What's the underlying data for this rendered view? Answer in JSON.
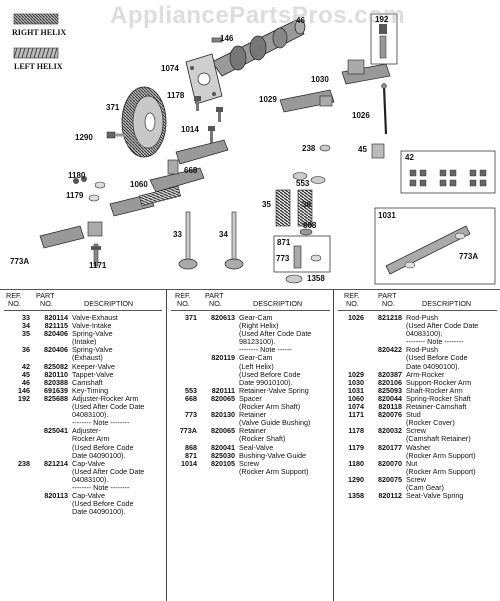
{
  "watermark": "AppliancePartsPros.com",
  "helix": {
    "right": "RIGHT HELIX",
    "left": "LEFT HELIX"
  },
  "callouts": [
    "146",
    "1074",
    "1178",
    "371",
    "1290",
    "1014",
    "1180",
    "1060",
    "1179",
    "668",
    "773A",
    "1171",
    "33",
    "34",
    "871",
    "773",
    "1358",
    "238",
    "35",
    "36",
    "553",
    "868",
    "1029",
    "1030",
    "1026",
    "45",
    "192",
    "42",
    "1031",
    "773A",
    "46"
  ],
  "table": {
    "headers": {
      "ref": "REF. NO.",
      "ref_top": "REF.",
      "ref_bot": "NO.",
      "part_top": "PART",
      "part_bot": "NO.",
      "desc": "DESCRIPTION"
    },
    "columns": [
      [
        {
          "ref": "33",
          "part": "820114",
          "desc": [
            "Valve-Exhaust"
          ]
        },
        {
          "ref": "34",
          "part": "821115",
          "desc": [
            "Valve-Intake"
          ]
        },
        {
          "ref": "35",
          "part": "820406",
          "desc": [
            "Spring-Valve",
            "(Intake)"
          ]
        },
        {
          "ref": "36",
          "part": "820406",
          "desc": [
            "Spring-Valve",
            "(Exhaust)"
          ]
        },
        {
          "ref": "42",
          "part": "825082",
          "desc": [
            "Keeper-Valve"
          ]
        },
        {
          "ref": "45",
          "part": "820110",
          "desc": [
            "Tappet-Valve"
          ]
        },
        {
          "ref": "46",
          "part": "820388",
          "desc": [
            "Camshaft"
          ]
        },
        {
          "ref": "146",
          "part": "691639",
          "desc": [
            "Key-Timing"
          ]
        },
        {
          "ref": "192",
          "part": "825688",
          "desc": [
            "Adjuster-Rocker Arm",
            "(Used After Code Date",
            "04083100)."
          ]
        },
        {
          "ref": "",
          "part": "",
          "desc": [
            "-------- Note --------"
          ]
        },
        {
          "ref": "",
          "part": "825041",
          "desc": [
            "Adjuster-",
            "Rocker Arm",
            "(Used Before Code",
            "Date 04090100)."
          ]
        },
        {
          "ref": "238",
          "part": "821214",
          "desc": [
            "Cap-Valve",
            "(Used After Code Date",
            "04083100)."
          ]
        },
        {
          "ref": "",
          "part": "",
          "desc": [
            "-------- Note --------"
          ]
        },
        {
          "ref": "",
          "part": "820113",
          "desc": [
            "Cap-Valve",
            "(Used Before Code",
            "Date 04090100)."
          ]
        }
      ],
      [
        {
          "ref": "371",
          "part": "820613",
          "desc": [
            "Gear-Cam",
            "(Right Helix)",
            "(Used After Code Date",
            "98123100)."
          ]
        },
        {
          "ref": "",
          "part": "",
          "desc": [
            "-------- Note ------"
          ]
        },
        {
          "ref": "",
          "part": "820119",
          "desc": [
            "Gear-Cam",
            "(Left Helix)",
            "(Used Before Code",
            "Date 99010100)."
          ]
        },
        {
          "ref": "553",
          "part": "820111",
          "desc": [
            "Retainer-Valve Spring"
          ]
        },
        {
          "ref": "668",
          "part": "820065",
          "desc": [
            "Spacer",
            "(Rocker Arm Shaft)"
          ]
        },
        {
          "ref": "773",
          "part": "820130",
          "desc": [
            "Retainer",
            "(Valve Guide Bushing)"
          ]
        },
        {
          "ref": "773A",
          "part": "820065",
          "desc": [
            "Retainer",
            "(Rocker Shaft)"
          ]
        },
        {
          "ref": "868",
          "part": "820041",
          "desc": [
            "Seal-Valve"
          ]
        },
        {
          "ref": "871",
          "part": "825030",
          "desc": [
            "Bushing-Valve Guide"
          ]
        },
        {
          "ref": "1014",
          "part": "820105",
          "desc": [
            "Screw",
            "(Rocker Arm Support)"
          ]
        }
      ],
      [
        {
          "ref": "1026",
          "part": "821218",
          "desc": [
            "Rod-Push",
            "(Used After Code Date",
            "04083100)."
          ]
        },
        {
          "ref": "",
          "part": "",
          "desc": [
            "-------- Note --------"
          ]
        },
        {
          "ref": "",
          "part": "820422",
          "desc": [
            "Rod-Push",
            "(Used Before Code",
            "Date 04090100)."
          ]
        },
        {
          "ref": "1029",
          "part": "820387",
          "desc": [
            "Arm-Rocker"
          ]
        },
        {
          "ref": "1030",
          "part": "820106",
          "desc": [
            "Support-Rocker Arm"
          ]
        },
        {
          "ref": "1031",
          "part": "825093",
          "desc": [
            "Shaft-Rocker Arm"
          ]
        },
        {
          "ref": "1060",
          "part": "820044",
          "desc": [
            "Spring-Rocker Shaft"
          ]
        },
        {
          "ref": "1074",
          "part": "820118",
          "desc": [
            "Retainer-Camshaft"
          ]
        },
        {
          "ref": "1171",
          "part": "820076",
          "desc": [
            "Stud",
            "(Rocker Cover)"
          ]
        },
        {
          "ref": "1178",
          "part": "820032",
          "desc": [
            "Screw",
            "(Camshaft Retainer)"
          ]
        },
        {
          "ref": "1179",
          "part": "820177",
          "desc": [
            "Washer",
            "(Rocker Arm Support)"
          ]
        },
        {
          "ref": "1180",
          "part": "820070",
          "desc": [
            "Nut",
            "(Rocker Arm Support)"
          ]
        },
        {
          "ref": "1290",
          "part": "820075",
          "desc": [
            "Screw",
            "(Cam Gear)"
          ]
        },
        {
          "ref": "1358",
          "part": "820112",
          "desc": [
            "Seat-Valve Spring"
          ]
        }
      ]
    ]
  }
}
